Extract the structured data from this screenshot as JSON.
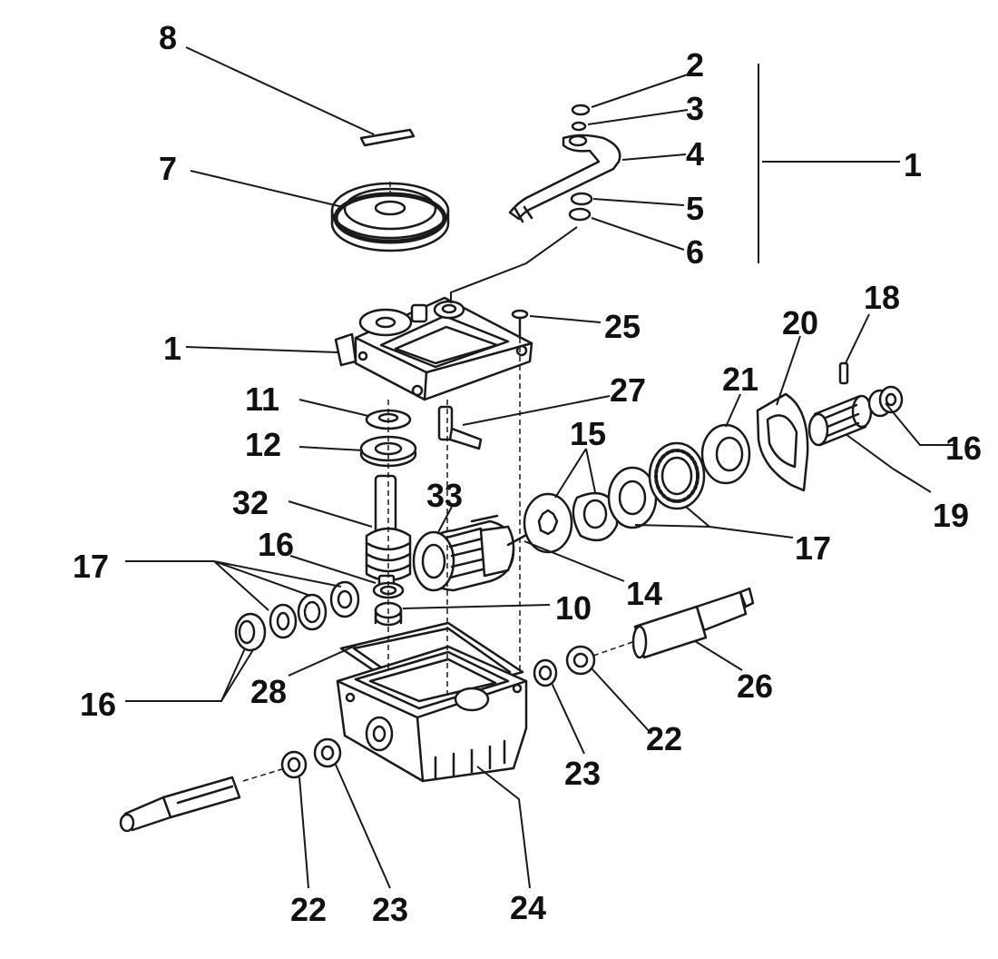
{
  "labels": {
    "l8": "8",
    "l2": "2",
    "l3": "3",
    "l4": "4",
    "l1_right": "1",
    "l7": "7",
    "l5": "5",
    "l6": "6",
    "l18": "18",
    "l20": "20",
    "l25": "25",
    "l1_left": "1",
    "l21": "21",
    "l11": "11",
    "l27": "27",
    "l15": "15",
    "l12": "12",
    "l16_right": "16",
    "l19": "19",
    "l32": "32",
    "l33": "33",
    "l17_right": "17",
    "l16_mid": "16",
    "l17_left": "17",
    "l14": "14",
    "l10": "10",
    "l28": "28",
    "l26": "26",
    "l16_left": "16",
    "l22_right": "22",
    "l23_right": "23",
    "l22_bottom": "22",
    "l23_bottom": "23",
    "l24": "24"
  },
  "colors": {
    "ink": "#1a1a1a",
    "paper": "#ffffff"
  }
}
